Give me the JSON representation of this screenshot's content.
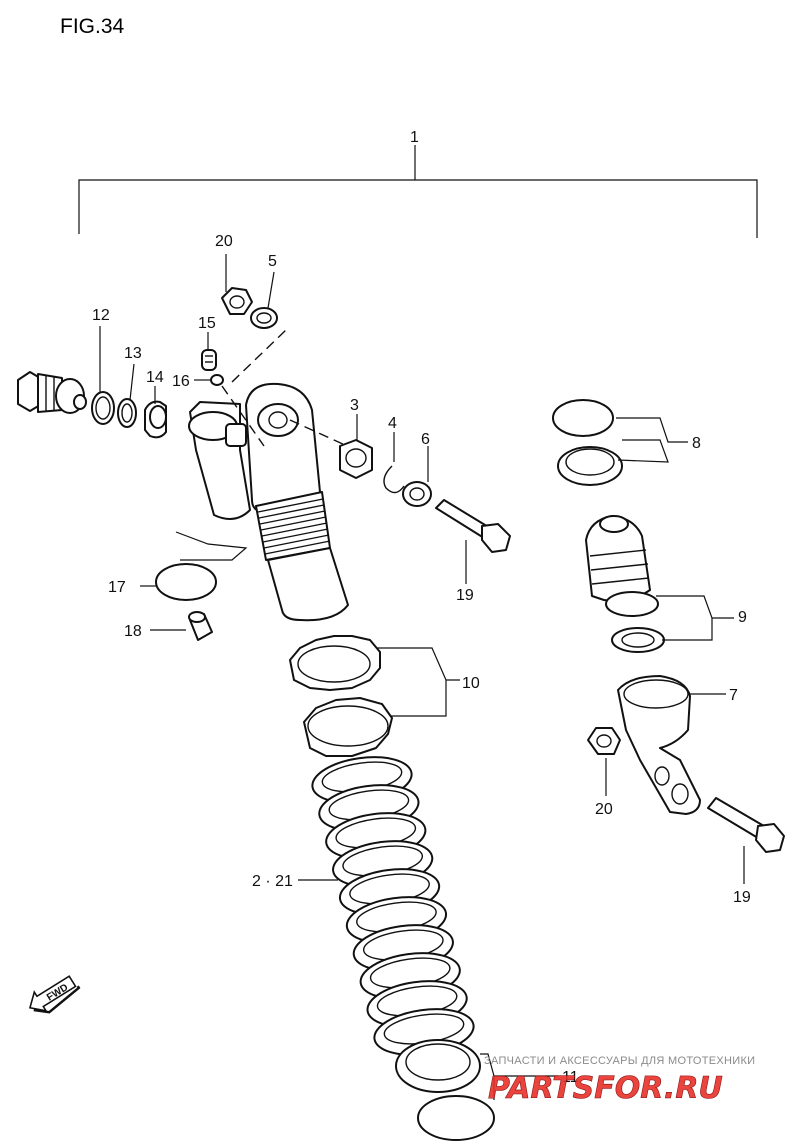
{
  "figure": {
    "title": "FIG.34"
  },
  "callouts": {
    "c1": "1",
    "c2_21": "2 · 21",
    "c3": "3",
    "c4": "4",
    "c5": "5",
    "c6": "6",
    "c7": "7",
    "c8": "8",
    "c9": "9",
    "c10": "10",
    "c11": "11",
    "c12": "12",
    "c13": "13",
    "c14": "14",
    "c15": "15",
    "c16": "16",
    "c17": "17",
    "c18": "18",
    "c19a": "19",
    "c19b": "19",
    "c20a": "20",
    "c20b": "20"
  },
  "fwd_badge": {
    "label": "FWD"
  },
  "watermark": {
    "caption": "ЗАПЧАСТИ И АКСЕССУАРЫ ДЛЯ МОТОТЕХНИКИ",
    "brand": "PARTSFOR.RU",
    "color": "#e8302a"
  }
}
